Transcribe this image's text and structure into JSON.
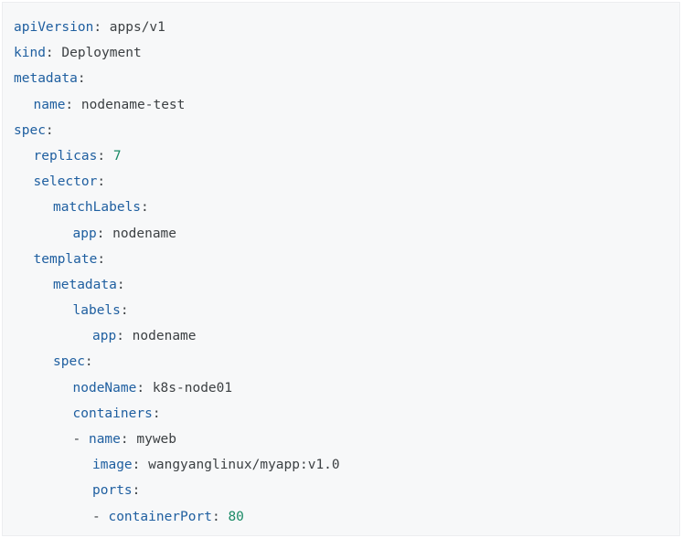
{
  "code": {
    "language": "yaml",
    "lines": [
      {
        "indent": 0,
        "dash": false,
        "key": "apiVersion",
        "value": "apps/v1",
        "value_type": "string"
      },
      {
        "indent": 0,
        "dash": false,
        "key": "kind",
        "value": "Deployment",
        "value_type": "string"
      },
      {
        "indent": 0,
        "dash": false,
        "key": "metadata",
        "value": "",
        "value_type": "none"
      },
      {
        "indent": 1,
        "dash": false,
        "key": "name",
        "value": "nodename-test",
        "value_type": "string"
      },
      {
        "indent": 0,
        "dash": false,
        "key": "spec",
        "value": "",
        "value_type": "none"
      },
      {
        "indent": 1,
        "dash": false,
        "key": "replicas",
        "value": "7",
        "value_type": "number"
      },
      {
        "indent": 1,
        "dash": false,
        "key": "selector",
        "value": "",
        "value_type": "none"
      },
      {
        "indent": 2,
        "dash": false,
        "key": "matchLabels",
        "value": "",
        "value_type": "none"
      },
      {
        "indent": 3,
        "dash": false,
        "key": "app",
        "value": "nodename",
        "value_type": "string"
      },
      {
        "indent": 1,
        "dash": false,
        "key": "template",
        "value": "",
        "value_type": "none"
      },
      {
        "indent": 2,
        "dash": false,
        "key": "metadata",
        "value": "",
        "value_type": "none"
      },
      {
        "indent": 3,
        "dash": false,
        "key": "labels",
        "value": "",
        "value_type": "none"
      },
      {
        "indent": 4,
        "dash": false,
        "key": "app",
        "value": "nodename",
        "value_type": "string"
      },
      {
        "indent": 2,
        "dash": false,
        "key": "spec",
        "value": "",
        "value_type": "none"
      },
      {
        "indent": 3,
        "dash": false,
        "key": "nodeName",
        "value": "k8s-node01",
        "value_type": "string"
      },
      {
        "indent": 3,
        "dash": false,
        "key": "containers",
        "value": "",
        "value_type": "none"
      },
      {
        "indent": 3,
        "dash": true,
        "key": "name",
        "value": "myweb",
        "value_type": "string"
      },
      {
        "indent": 4,
        "dash": false,
        "key": "image",
        "value": "wangyanglinux/myapp:v1.0",
        "value_type": "string"
      },
      {
        "indent": 4,
        "dash": false,
        "key": "ports",
        "value": "",
        "value_type": "none"
      },
      {
        "indent": 4,
        "dash": true,
        "key": "containerPort",
        "value": "80",
        "value_type": "number"
      }
    ]
  }
}
